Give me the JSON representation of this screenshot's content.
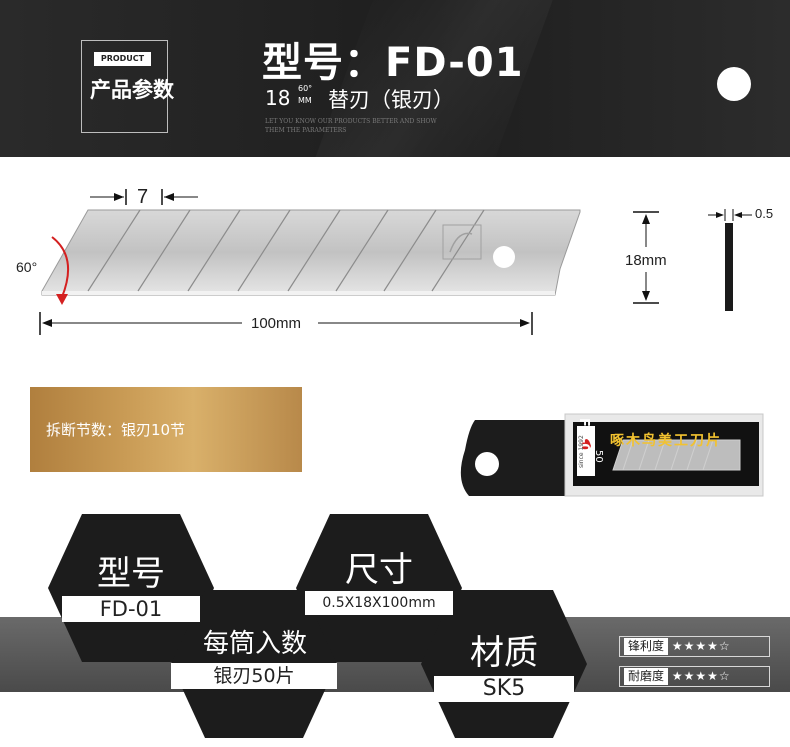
{
  "header": {
    "product_tag": "PRODUCT",
    "product_label_cn": "产品参数",
    "model_title": "型号：FD-01",
    "sub_18": "18",
    "sub_angle": "60°",
    "sub_mm": "MM",
    "sub_rest": "替刃（银刃）",
    "tagline_1": "LET YOU KNOW OUR PRODUCTS BETTER AND SHOW",
    "tagline_2": "THEM THE PARAMETERS"
  },
  "diagram": {
    "segment_width": "7",
    "angle": "60°",
    "length": "100mm",
    "height": "18mm",
    "thickness": "0.5"
  },
  "breaking": {
    "text": "拆断节数：银刃10节"
  },
  "package": {
    "model": "FD-01",
    "brand_text": "啄木鸟美工刀片",
    "count": "50",
    "count_unit": "PCS",
    "since": "since 1992"
  },
  "specs": {
    "model_label": "型号",
    "model_value": "FD-01",
    "size_label": "尺寸",
    "size_value": "0.5X18X100mm",
    "per_tube_label": "每筒入数",
    "per_tube_value": "银刃50片",
    "material_label": "材质",
    "material_value": "SK5"
  },
  "ratings": [
    {
      "label": "锋利度",
      "stars": "★★★★☆",
      "value": 4,
      "max": 5
    },
    {
      "label": "耐磨度",
      "stars": "★★★★☆",
      "value": 4,
      "max": 5
    }
  ],
  "colors": {
    "header_bg": "#222222",
    "gold": "#c99b55",
    "hex_dark": "#1c1c1c",
    "band": "#555555",
    "blade_red_arrow": "#d42020"
  }
}
